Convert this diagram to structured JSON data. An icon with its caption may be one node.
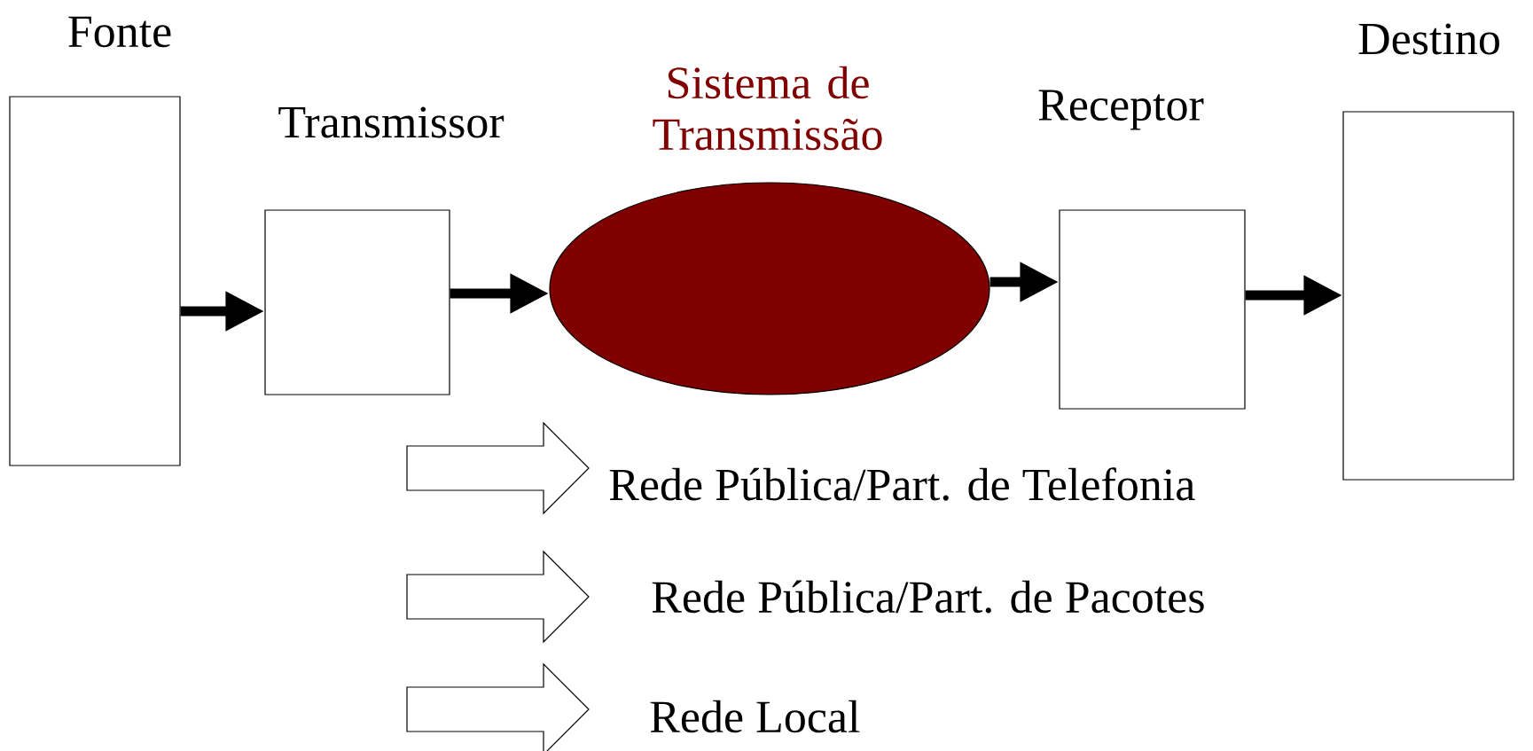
{
  "diagram": {
    "nodes": [
      {
        "text": [
          "Fonte"
        ]
      },
      {
        "text": [
          "Transmissor"
        ]
      },
      {
        "text": [
          "Sistema de Transmissão"
        ]
      },
      {
        "text": [
          "Receptor"
        ]
      },
      {
        "text": [
          "Destino"
        ]
      }
    ],
    "edges": [
      {
        "from": 0,
        "to": 1,
        "arrow": "to"
      },
      {
        "from": 1,
        "to": 2,
        "arrow": "to"
      },
      {
        "from": 2,
        "to": 3,
        "arrow": "to"
      },
      {
        "from": 3,
        "to": 4,
        "arrow": "to"
      }
    ],
    "labels": [
      "Rede Pública/Part. de Telefonia",
      "Rede Pública/Part. de Pacotes",
      "Rede Local"
    ]
  }
}
